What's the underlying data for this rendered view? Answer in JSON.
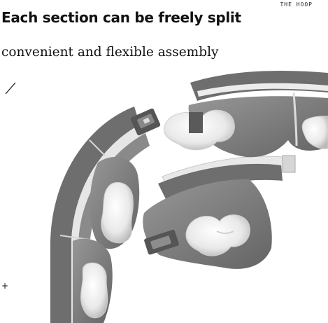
{
  "brand": "THE HOOP",
  "headline": "Each section can be freely split",
  "subline": "convenient and flexible assembly",
  "icons": [
    "slash-mark",
    "plus-mark",
    "hoop-segment-illustration",
    "massage-node-icon"
  ],
  "colors": {
    "background": "#ffffff",
    "shell_dark": "#6c6c6c",
    "shell_mid": "#8e8e8e",
    "inner_rail": "#e2e2e2",
    "node_white": "#f1f1f1",
    "text": "#111111"
  }
}
